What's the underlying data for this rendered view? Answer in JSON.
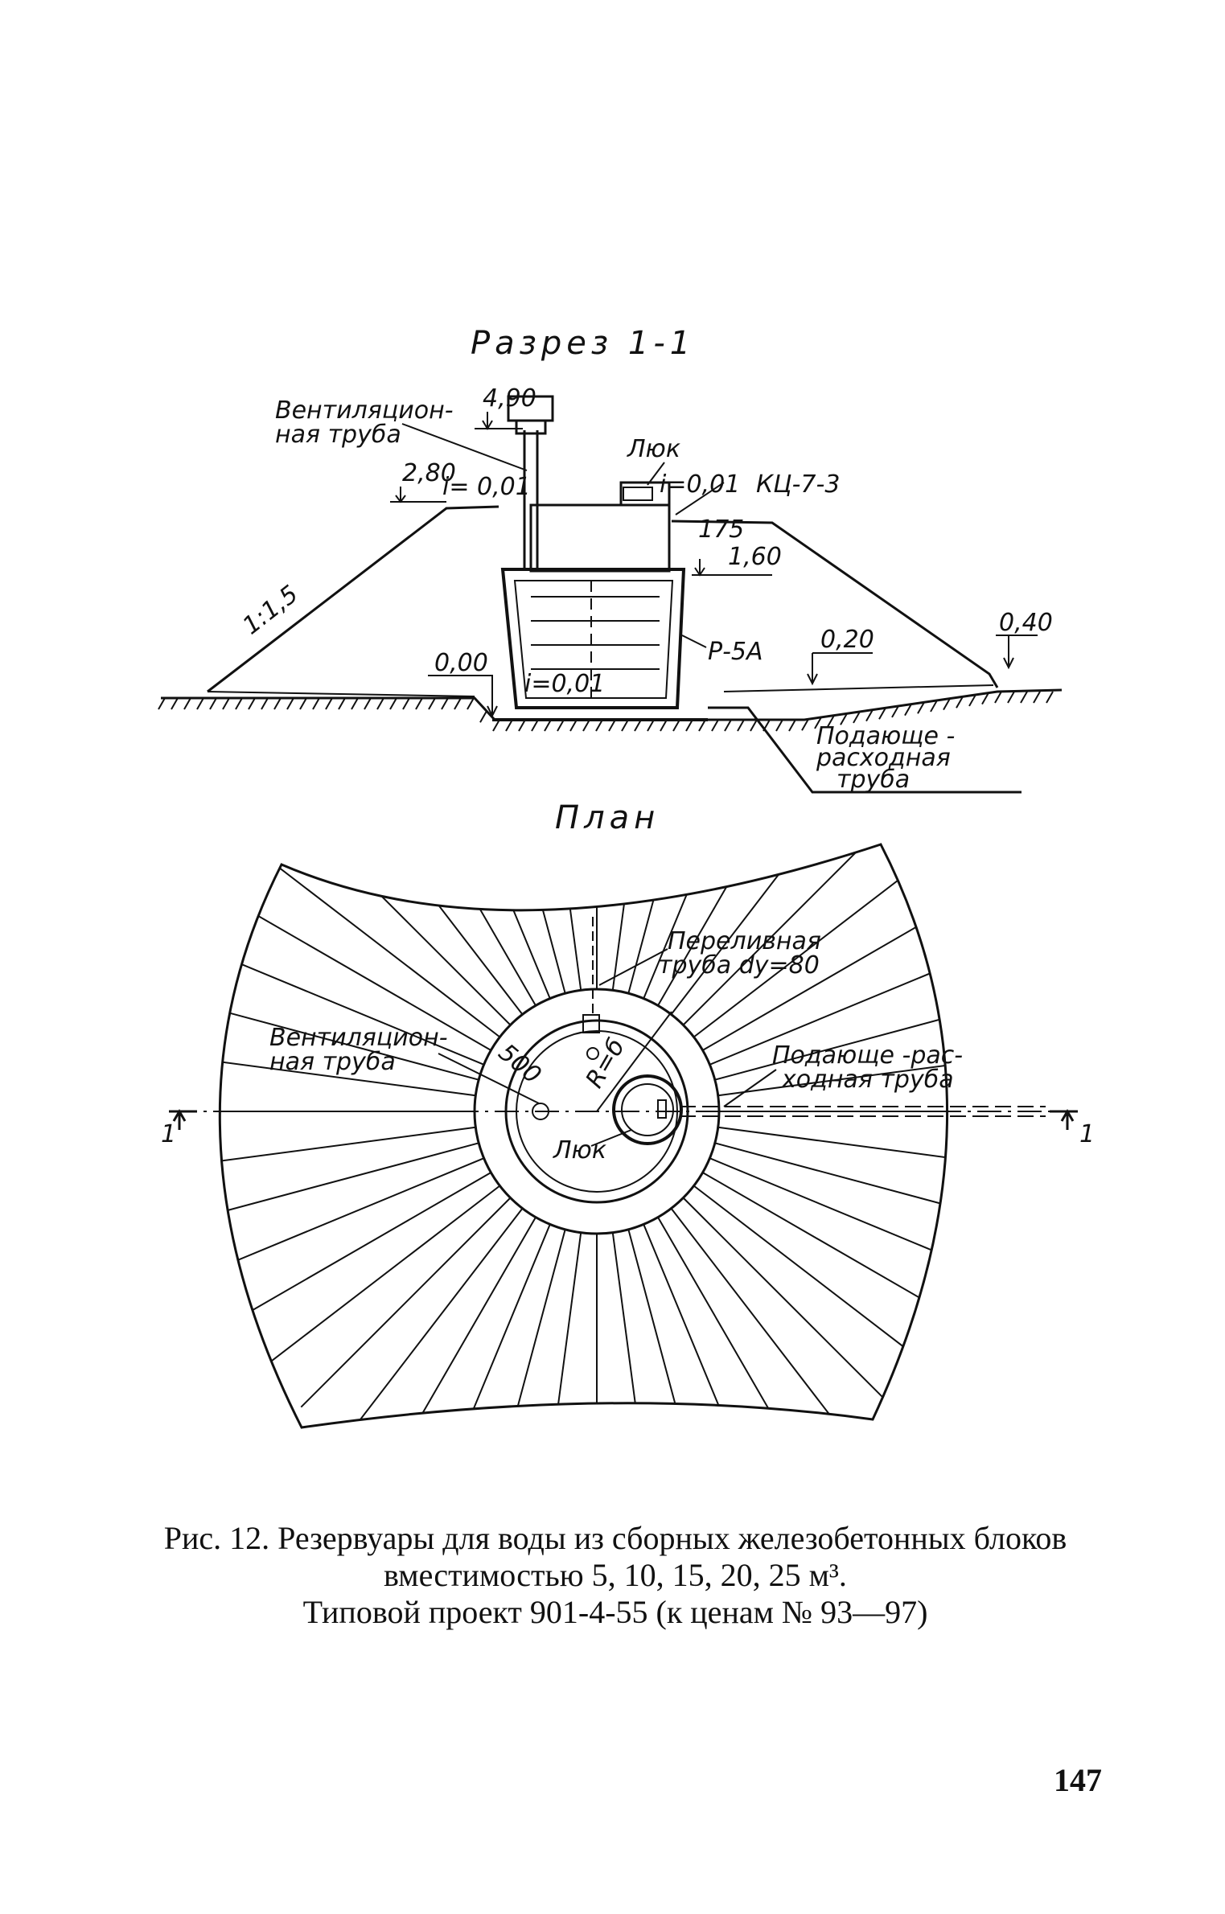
{
  "section": {
    "title": "Разрез 1-1",
    "labels": {
      "vent_pipe": [
        "Вентиляцион-",
        "ная труба"
      ],
      "hatch": "Люк",
      "elev_490": "4,90",
      "elev_280": "2,80",
      "slope_i1": "i= 0,01",
      "slope_i2": "i=0,01",
      "kc": "КЦ-7-3",
      "dim_175": "175",
      "elev_160": "1,60",
      "slope_ratio": "1:1,5",
      "elev_000": "0,00",
      "slope_i3": "i=0,01",
      "tank": "Р-5А",
      "elev_020": "0,20",
      "elev_040": "0,40",
      "supply_pipe": [
        "Подающе -",
        "расходная",
        "труба"
      ]
    }
  },
  "plan": {
    "title": "План",
    "labels": {
      "overflow_pipe": [
        "Переливная",
        "труба dу=80"
      ],
      "vent_pipe": [
        "Вентиляцион-",
        "ная труба"
      ],
      "dim_500": "500",
      "radius": "R=б",
      "supply_pipe": [
        "Подающе -рас-",
        "ходная труба"
      ],
      "hatch": "Люк",
      "cut_left": "1",
      "cut_right": "1"
    }
  },
  "caption": {
    "line1": "Рис. 12. Резервуары для воды из сборных железобетонных блоков вместимостью 5, 10, 15, 20, 25 м³.",
    "line2": "Типовой проект 901-4-55 (к ценам № 93—97)"
  },
  "page_number": "147"
}
